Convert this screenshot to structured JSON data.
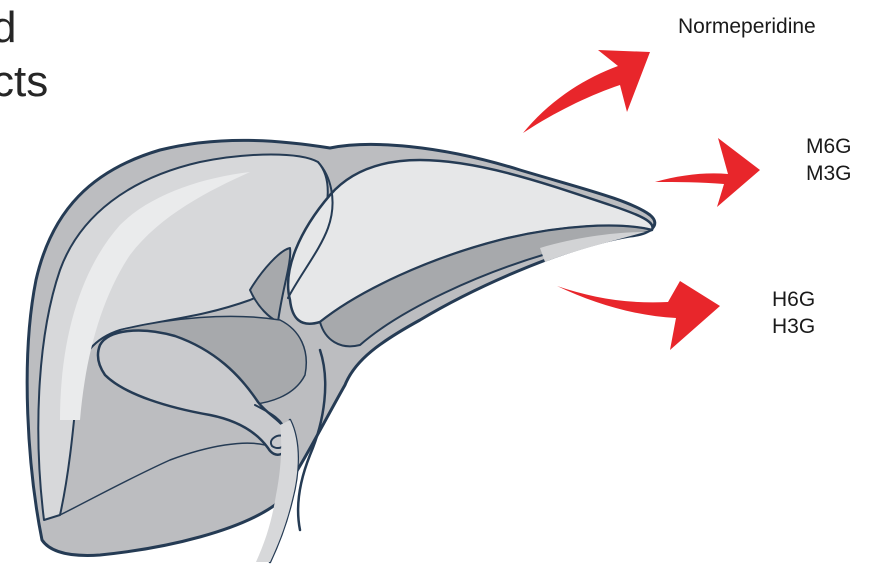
{
  "title": {
    "line1": "d",
    "line2": "cts"
  },
  "metabolites": {
    "meperidine": {
      "label": "Normeperidine"
    },
    "morphine": {
      "label_1": "M6G",
      "label_2": "M3G"
    },
    "hydromorphone": {
      "label_1": "H6G",
      "label_2": "H3G"
    }
  },
  "colors": {
    "arrow": "#e8262b",
    "liver_outline": "#253b54",
    "liver_light": "#e6e7e8",
    "liver_mid": "#bcbdc0",
    "liver_dark": "#a7a9ac",
    "gallbladder": "#c9cacd",
    "text": "#1a1a1a"
  },
  "icons": {
    "organ": "liver-illustration",
    "arrows": "red-curved-arrow"
  }
}
